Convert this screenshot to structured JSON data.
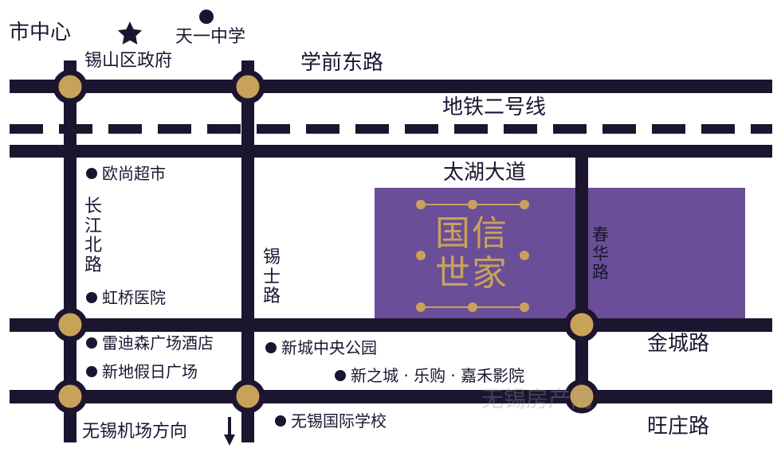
{
  "colors": {
    "road": "#1c1530",
    "junction": "#c9a25a",
    "project_block": "#6a4e98",
    "logo": "#c9a25a"
  },
  "landmarks": {
    "city_center": "市中心",
    "star_icon": "star-icon",
    "school_top": "天一中学",
    "district_gov": "锡山区政府"
  },
  "roads": {
    "xueqian_east": "学前东路",
    "metro_line_2": "地铁二号线",
    "taihu_avenue": "太湖大道",
    "changjiang_north": "长江北路",
    "xishi": "锡士路",
    "chunhua": "春华路",
    "jincheng": "金城路",
    "wangzhuang": "旺庄路"
  },
  "project": {
    "logo_line1": "国信",
    "logo_line2": "世家"
  },
  "pois": {
    "ou_shang": "欧尚超市",
    "hongqiao_hospital": "虹桥医院",
    "radisson": "雷迪森广场酒店",
    "holiday_plaza": "新地假日广场",
    "central_park": "新城中央公园",
    "xinzhicheng": "新之城 · 乐购 · 嘉禾影院",
    "intl_school": "无锡国际学校"
  },
  "direction": {
    "airport": "无锡机场方向",
    "arrow_icon": "arrow-down-icon"
  },
  "watermark": "无锡房产网"
}
